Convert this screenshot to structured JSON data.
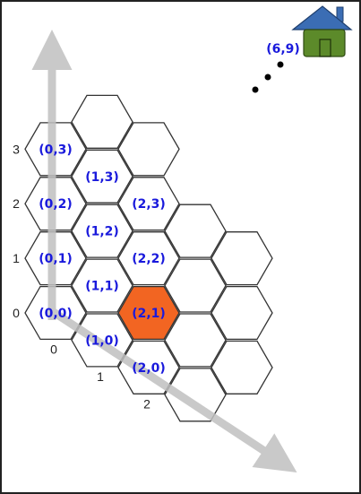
{
  "colors": {
    "hex_fill": "#ffffff",
    "hex_stroke": "#333333",
    "hex_highlight": "#f26522",
    "coord_text": "#1a1adc",
    "axis_arrow": "#c0c0c0",
    "house_body": "#5c8a2a",
    "house_roof": "#3b6db4",
    "ellipsis_dots": "#000000"
  },
  "house": {
    "icon": "house-icon",
    "label": "(6,9)"
  },
  "hexes": [
    {
      "q": 0,
      "r": 0,
      "label": "(0,0)"
    },
    {
      "q": 0,
      "r": 1,
      "label": "(0,1)"
    },
    {
      "q": 0,
      "r": 2,
      "label": "(0,2)"
    },
    {
      "q": 0,
      "r": 3,
      "label": "(0,3)"
    },
    {
      "q": 1,
      "r": 0,
      "label": "(1,0)"
    },
    {
      "q": 1,
      "r": 1,
      "label": "(1,1)"
    },
    {
      "q": 1,
      "r": 2,
      "label": "(1,2)"
    },
    {
      "q": 1,
      "r": 3,
      "label": "(1,3)"
    },
    {
      "q": 1,
      "r": 4,
      "label": ""
    },
    {
      "q": 2,
      "r": 0,
      "label": "(2,0)"
    },
    {
      "q": 2,
      "r": 1,
      "label": "(2,1)",
      "highlight": true
    },
    {
      "q": 2,
      "r": 2,
      "label": "(2,2)"
    },
    {
      "q": 2,
      "r": 3,
      "label": "(2,3)"
    },
    {
      "q": 2,
      "r": 4,
      "label": ""
    },
    {
      "q": 3,
      "r": 0,
      "label": ""
    },
    {
      "q": 3,
      "r": 1,
      "label": ""
    },
    {
      "q": 3,
      "r": 2,
      "label": ""
    },
    {
      "q": 3,
      "r": 3,
      "label": ""
    },
    {
      "q": 4,
      "r": 1,
      "label": ""
    },
    {
      "q": 4,
      "r": 2,
      "label": ""
    },
    {
      "q": 4,
      "r": 3,
      "label": ""
    }
  ],
  "row_axis_labels": [
    "0",
    "1",
    "2",
    "3"
  ],
  "col_axis_labels": [
    "0",
    "1",
    "2"
  ]
}
